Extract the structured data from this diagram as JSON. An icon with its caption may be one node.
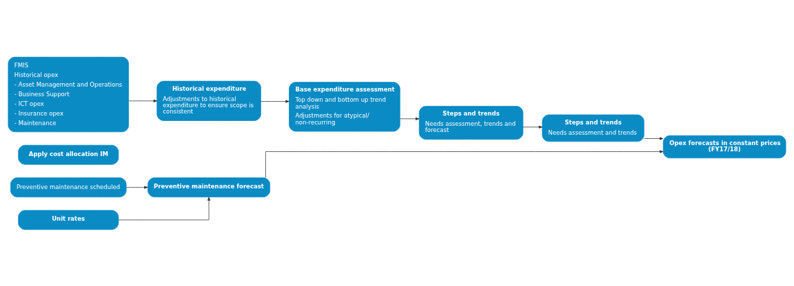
{
  "diagram": {
    "nodes": [
      {
        "text": [
          "FMIS",
          "Historical opex",
          "- Asset Management and Operations",
          "- Business Support",
          "- ICT opex",
          "- Insurance opex",
          "- Maintenance"
        ]
      },
      {
        "text": [
          "Apply cost allocation IM"
        ]
      },
      {
        "text": [
          "Historical expenditure",
          "Adjustments to historical expenditure to ensure scope is consistent"
        ]
      },
      {
        "text": [
          "Base expenditure assessment",
          "Top down and bottom up trend analysis",
          "Adjustments for atypical/ non-recurring"
        ]
      },
      {
        "text": [
          "Steps and trends",
          "Needs assessment, trends and forecast"
        ]
      },
      {
        "text": [
          "Steps and trends",
          "Needs assessment and trends"
        ]
      },
      {
        "text": [
          "Opex forecasts in constant prices (FY17/18)"
        ]
      },
      {
        "text": [
          "Preventive maintenance scheduled"
        ]
      },
      {
        "text": [
          "Unit rates"
        ]
      },
      {
        "text": [
          "Preventive maintenance forecast"
        ]
      }
    ],
    "edges": [
      {
        "from": 0,
        "to": 2,
        "arrow": "to"
      },
      {
        "from": 2,
        "to": 3,
        "arrow": "to"
      },
      {
        "from": 3,
        "to": 4,
        "arrow": "to"
      },
      {
        "from": 4,
        "to": 5,
        "arrow": "to"
      },
      {
        "from": 5,
        "to": 6,
        "arrow": "to"
      },
      {
        "from": 9,
        "to": 6,
        "arrow": "to"
      },
      {
        "from": 7,
        "to": 9,
        "arrow": "to"
      },
      {
        "from": 8,
        "to": 9,
        "arrow": "to"
      }
    ]
  }
}
